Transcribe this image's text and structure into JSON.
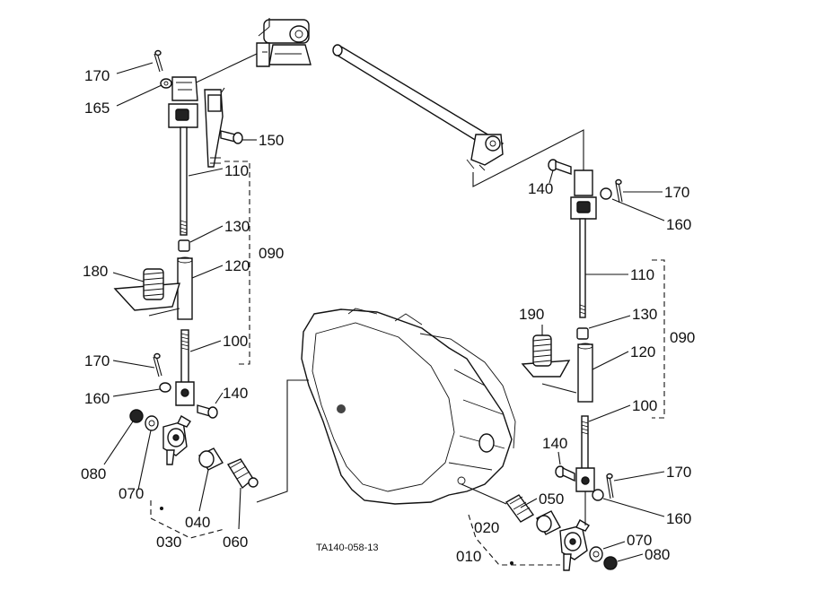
{
  "labels": {
    "l170a": "170",
    "l165": "165",
    "l150": "150",
    "l110a": "110",
    "l130a": "130",
    "l090a": "090",
    "l180": "180",
    "l120a": "120",
    "l100a": "100",
    "l170b": "170",
    "l160a": "160",
    "l140a": "140",
    "l080a": "080",
    "l070a": "070",
    "l040": "040",
    "l030": "030",
    "l060": "060",
    "l140b": "140",
    "l170c": "170",
    "l160b": "160",
    "l110b": "110",
    "l190": "190",
    "l130b": "130",
    "l090b": "090",
    "l120b": "120",
    "l100b": "100",
    "l140c": "140",
    "l170d": "170",
    "l160c": "160",
    "l050": "050",
    "l020": "020",
    "l010": "010",
    "l070b": "070",
    "l080b": "080"
  },
  "drawing_code": "TA140-058-13"
}
